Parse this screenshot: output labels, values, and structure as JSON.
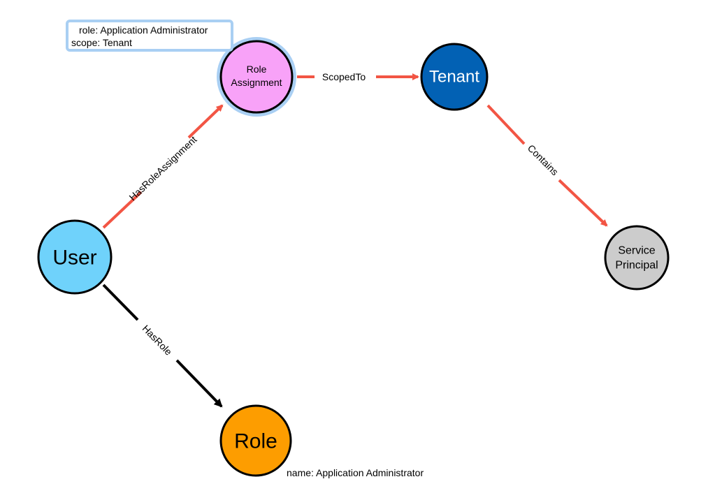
{
  "nodes": {
    "user": {
      "label": "User",
      "color": "#6fd2fb",
      "icon": "user-node"
    },
    "role_assignment": {
      "label_lines": [
        "Role",
        "Assignment"
      ],
      "color": "#f8a2f8",
      "highlight": "#a9cff3",
      "icon": "role-assignment-node"
    },
    "tenant": {
      "label": "Tenant",
      "color": "#0261b4",
      "text_color": "#ffffff",
      "icon": "tenant-node"
    },
    "service_principal": {
      "label_lines": [
        "Service",
        "Principal"
      ],
      "color": "#cccccc",
      "icon": "service-principal-node"
    },
    "role": {
      "label": "Role",
      "color": "#fd9d00",
      "icon": "role-node"
    }
  },
  "edges": {
    "has_role_assignment": {
      "label": "HasRoleAssignment",
      "color": "#f25544"
    },
    "scoped_to": {
      "label": "ScopedTo",
      "color": "#f25544"
    },
    "contains": {
      "label": "Contains",
      "color": "#f25544"
    },
    "has_role": {
      "label": "HasRole",
      "color": "#000000"
    }
  },
  "role_assignment_properties": {
    "lines": [
      "role: Application Administrator",
      "scope: Tenant"
    ],
    "border_color": "#a9cff3"
  },
  "role_properties": {
    "text": "name: Application Administrator"
  }
}
